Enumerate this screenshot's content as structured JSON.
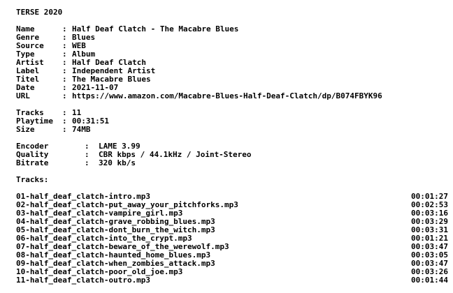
{
  "title": "TERSE 2020",
  "release": [
    {
      "key": "Name",
      "value": "Half Deaf Clatch - The Macabre Blues"
    },
    {
      "key": "Genre",
      "value": "Blues"
    },
    {
      "key": "Source",
      "value": "WEB"
    },
    {
      "key": "Type",
      "value": "Album"
    },
    {
      "key": "Artist",
      "value": "Half Deaf Clatch"
    },
    {
      "key": "Label",
      "value": "Independent Artist"
    },
    {
      "key": "Titel",
      "value": "The Macabre Blues"
    },
    {
      "key": "Date",
      "value": "2021-11-07"
    },
    {
      "key": "URL",
      "value": "https://www.amazon.com/Macabre-Blues-Half-Deaf-Clatch/dp/B074FBYK96"
    }
  ],
  "stats": [
    {
      "key": "Tracks",
      "value": "11"
    },
    {
      "key": "Playtime",
      "value": "00:31:51"
    },
    {
      "key": "Size",
      "value": "74MB"
    }
  ],
  "encoding": [
    {
      "key": "Encoder",
      "value": "LAME 3.99"
    },
    {
      "key": "Quality",
      "value": "CBR kbps / 44.1kHz / Joint-Stereo"
    },
    {
      "key": "Bitrate",
      "value": "320 kb/s"
    }
  ],
  "tracks_label": "Tracks:",
  "tracks": [
    {
      "file": "01-half_deaf_clatch-intro.mp3",
      "duration": "00:01:27"
    },
    {
      "file": "02-half_deaf_clatch-put_away_your_pitchforks.mp3",
      "duration": "00:02:53"
    },
    {
      "file": "03-half_deaf_clatch-vampire_girl.mp3",
      "duration": "00:03:16"
    },
    {
      "file": "04-half_deaf_clatch-grave_robbing_blues.mp3",
      "duration": "00:03:29"
    },
    {
      "file": "05-half_deaf_clatch-dont_burn_the_witch.mp3",
      "duration": "00:03:31"
    },
    {
      "file": "06-half_deaf_clatch-into_the_crypt.mp3",
      "duration": "00:01:21"
    },
    {
      "file": "07-half_deaf_clatch-beware_of_the_werewolf.mp3",
      "duration": "00:03:47"
    },
    {
      "file": "08-half_deaf_clatch-haunted_home_blues.mp3",
      "duration": "00:03:05"
    },
    {
      "file": "09-half_deaf_clatch-when_zombies_attack.mp3",
      "duration": "00:03:47"
    },
    {
      "file": "10-half_deaf_clatch-poor_old_joe.mp3",
      "duration": "00:03:26"
    },
    {
      "file": "11-half_deaf_clatch-outro.mp3",
      "duration": "00:01:44"
    }
  ]
}
